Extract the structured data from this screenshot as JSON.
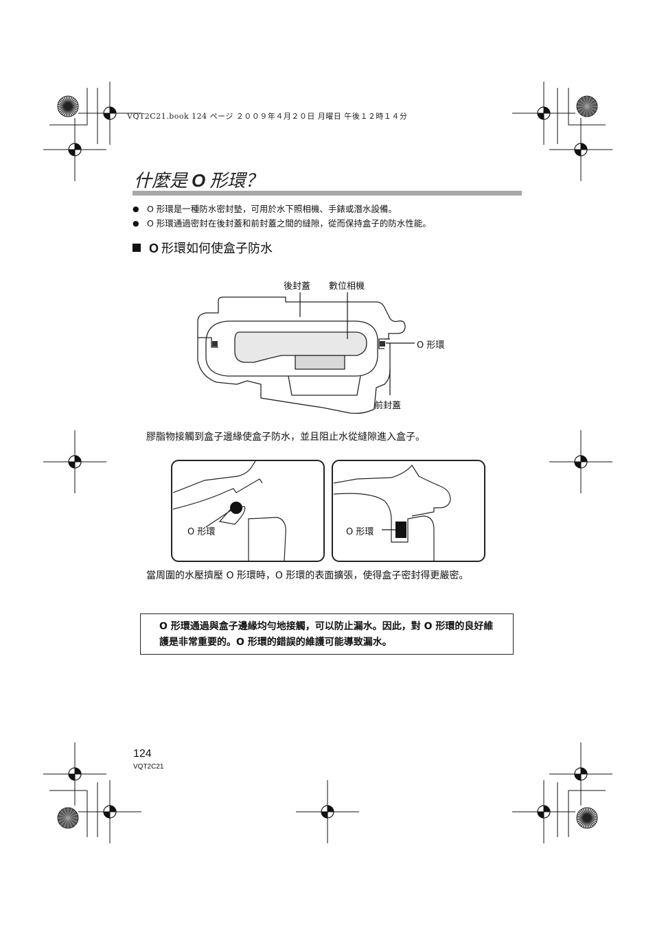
{
  "header": {
    "file_line": "VQT2C21.book  124 ページ  ２００９年４月２０日  月曜日  午後１２時１４分"
  },
  "title": {
    "prefix": "什麼是",
    "o_letter": "O",
    "suffix": "形環？"
  },
  "bullets": [
    "O 形環是一種防水密封墊，可用於水下照相機、手錶或潛水設備。",
    "O 形環通過密封在後封蓋和前封蓋之間的縫隙，從而保持盒子的防水性能。"
  ],
  "section": {
    "o_letter": "O",
    "heading": "形環如何使盒子防水"
  },
  "diagram": {
    "label_back_cover": "後封蓋",
    "label_camera": "數位相機",
    "label_o_ring": "O 形環",
    "label_front_cover": "前封蓋"
  },
  "caption1": "膠脂物接觸到盒子邊緣使盒子防水，並且阻止水從縫隙進入盒子。",
  "detail_panels": {
    "left_label": "O 形環",
    "right_label": "O 形環"
  },
  "caption2": "當周圍的水壓擠壓 O 形環時，O 形環的表面擴張，使得盒子密封得更嚴密。",
  "notice": "O 形環通過與盒子邊緣均勻地接觸，可以防止漏水。因此，對 O 形環的良好維護是非常重要的。O 形環的錯誤的維護可能導致漏水。",
  "footer": {
    "page_number": "124",
    "model_code": "VQT2C21"
  }
}
